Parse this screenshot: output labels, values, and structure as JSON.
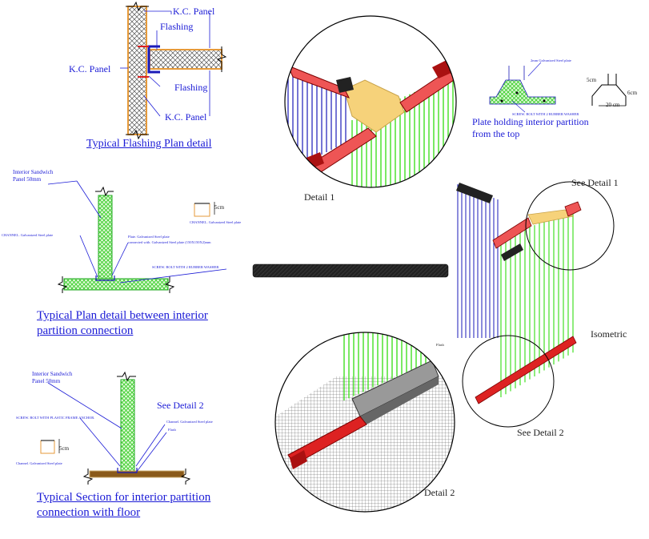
{
  "flashing_detail": {
    "title": "Typical Flashing Plan detail",
    "label_kc_top": "K.C. Panel",
    "label_flashing_top": "Flashing",
    "label_kc_left": "K.C. Panel",
    "label_flashing_bottom": "Flashing",
    "label_kc_bottom": "K.C. Panel"
  },
  "plan_detail": {
    "title_line1": "Typical Plan detail between interior",
    "title_line2": "partition connection",
    "label_panel_line1": "Interior Sandwich",
    "label_panel_line2": "Panel 50mm",
    "label_channel": "CHANNEL. Galvanized Steel plate",
    "label_plate_line1": "Plate. Galvanized Steel plate",
    "label_plate_line2": "connected with. Galvanized Steel plate (150X150X2)mm",
    "label_screw": "SCREW. BOLT WITH 2 RUBBER WASHER",
    "label_channel_right": "CHANNEL. Galvanized Steel plate",
    "dim_5cm": "5cm"
  },
  "section_detail": {
    "title_line1": "Typical Section for interior partition",
    "title_line2": "connection with floor",
    "label_panel_line1": "Interior Sandwich",
    "label_panel_line2": "Panel 50mm",
    "see_detail": "See Detail 2",
    "label_screw": "SCREW. BOLT WITH PLASTIC FRAME ANCHOR.",
    "label_channel_right": "Channel. Galvanized Steel plate",
    "label_flash": "Flash",
    "label_channel_left": "Channel. Galvanized Steel plate",
    "dim_5cm": "5cm"
  },
  "detail1": {
    "caption": "Detail 1"
  },
  "top_plate": {
    "label_plate": "2mm Galvanized Steel plate",
    "label_screw": "SCREW. BOLT WITH 2 RUBBER WASHER",
    "caption_line1": "Plate holding interior partition",
    "caption_line2": "from the top",
    "dim_5cm": "5cm",
    "dim_6cm": "6cm",
    "dim_20cm": "20 cm"
  },
  "isometric": {
    "see_detail1": "See Detail 1",
    "caption": "Isometric",
    "see_detail2": "See Detail 2"
  },
  "detail2": {
    "caption": "Detail 2",
    "label_flash": "Flash"
  },
  "colors": {
    "label_blue": "#1b1bd6",
    "panel_green": "#33dd11",
    "panel_blue": "#1a1ab8",
    "channel_red": "#dd2222",
    "plate_yellow": "#f6d27a",
    "hatch_orange": "#ee9a3a",
    "floor_brown": "#8a5a1a"
  }
}
